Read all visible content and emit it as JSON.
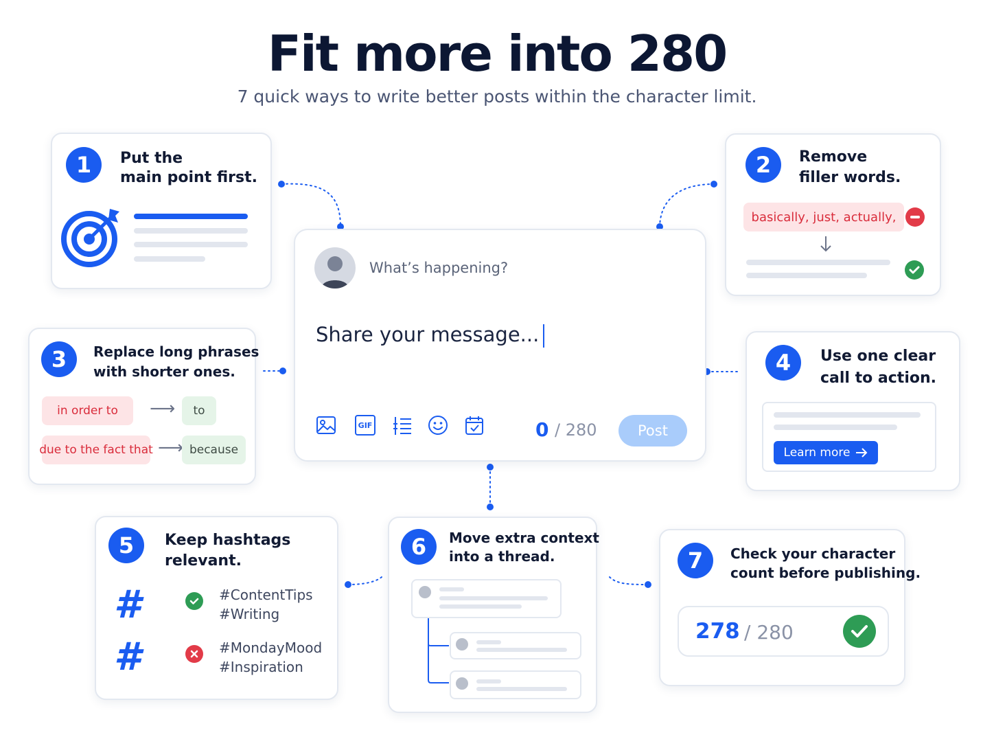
{
  "header": {
    "title": "Fit more into 280",
    "subtitle": "7 quick ways to write better posts within the character limit."
  },
  "composer": {
    "placeholder": "What’s happening?",
    "message": "Share your message...",
    "count_current": "0",
    "count_limit": "/ 280",
    "post_label": "Post",
    "toolbar_icons": [
      "image-icon",
      "gif-icon",
      "list-icon",
      "emoji-icon",
      "schedule-icon"
    ],
    "gif_label": "GIF"
  },
  "tips": [
    {
      "number": "1",
      "title_line1": "Put the",
      "title_line2": "main point first.",
      "icon": "target-icon"
    },
    {
      "number": "2",
      "title_line1": "Remove",
      "title_line2": "filler words.",
      "filler": "basically, just, actually,"
    },
    {
      "number": "3",
      "title_line1": "Replace long phrases",
      "title_line2": "with shorter ones.",
      "pairs": [
        {
          "long": "in order to",
          "short": "to"
        },
        {
          "long": "due to the fact that",
          "short": "because"
        }
      ]
    },
    {
      "number": "4",
      "title_line1": "Use one clear",
      "title_line2": "call to action.",
      "button_label": "Learn more"
    },
    {
      "number": "5",
      "title_line1": "Keep hashtags",
      "title_line2": "relevant.",
      "good_tags": [
        "#ContentTips",
        "#Writing"
      ],
      "bad_tags": [
        "#MondayMood",
        "#Inspiration"
      ]
    },
    {
      "number": "6",
      "title_line1": "Move extra context",
      "title_line2": "into a thread."
    },
    {
      "number": "7",
      "title_line1": "Check your character",
      "title_line2": "count before publishing.",
      "count_current": "278",
      "count_limit": "/ 280"
    }
  ],
  "colors": {
    "accent": "#1a5cf0",
    "success": "#2e9c55",
    "danger": "#e23b48",
    "post_disabled": "#a9ccfb"
  }
}
